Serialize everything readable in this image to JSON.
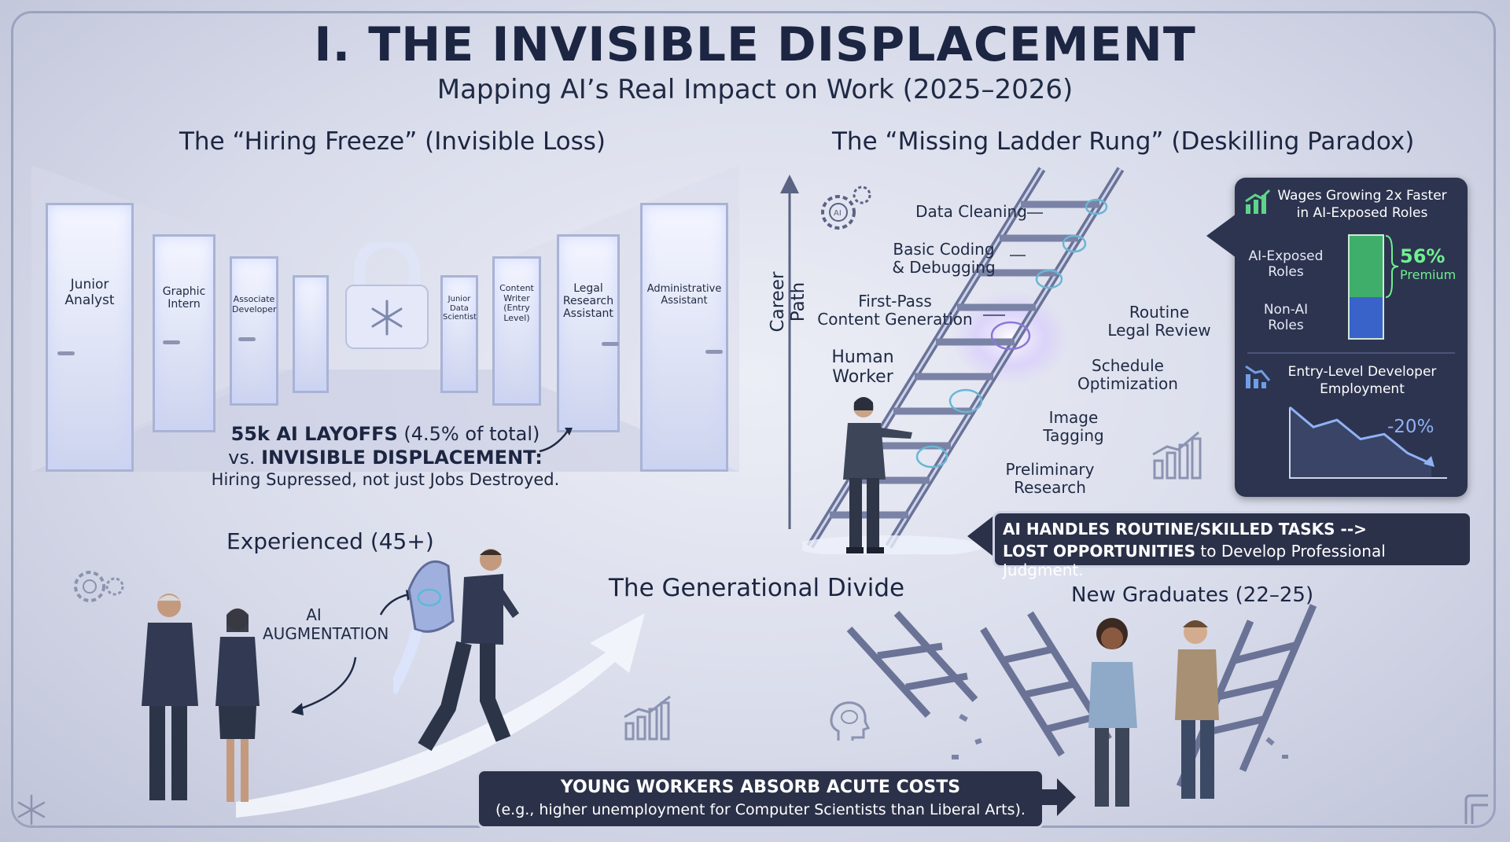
{
  "title": "I. THE INVISIBLE DISPLACEMENT",
  "subtitle": "Mapping AI’s Real Impact on Work (2025–2026)",
  "hiring_freeze": {
    "heading": "The “Hiring Freeze” (Invisible Loss)",
    "doors": {
      "junior_analyst": "Junior\nAnalyst",
      "graphic_intern": "Graphic\nIntern",
      "associate_developer": "Associate\nDeveloper",
      "junior_data_scientist": "Junior\nData\nScientist",
      "content_writer": "Content\nWriter\n(Entry\nLevel)",
      "legal_research": "Legal\nResearch\nAssistant",
      "administrative": "Administrative\nAssistant"
    },
    "note_line1_bold_a": "55k AI LAYOFFS",
    "note_line1_rest": " (4.5% of total)",
    "note_line2_prefix": "vs. ",
    "note_line2_bold": "INVISIBLE DISPLACEMENT:",
    "note_line3": "Hiring Supressed, not just Jobs Destroyed."
  },
  "ladder": {
    "heading": "The “Missing Ladder Rung” (Deskilling Paradox)",
    "career_path": "Career Path",
    "human_worker": "Human\nWorker",
    "tasks_left": {
      "data_cleaning": "Data Cleaning",
      "basic_coding": "Basic Coding\n& Debugging",
      "first_pass": "First-Pass\nContent Generation"
    },
    "tasks_right": {
      "legal_review": "Routine\nLegal Review",
      "schedule": "Schedule\nOptimization",
      "image_tagging": "Image\nTagging",
      "preliminary": "Preliminary\nResearch"
    },
    "banner_bold_1": "AI HANDLES ROUTINE/SKILLED TASKS -->",
    "banner_bold_2": "LOST OPPORTUNITIES",
    "banner_rest_2": " to Develop Professional Judgment."
  },
  "wages_panel": {
    "title": "Wages Growing 2x Faster\nin AI-Exposed Roles",
    "label_exposed": "AI-Exposed\nRoles",
    "label_nonai": "Non-AI\nRoles",
    "premium_value": "56%",
    "premium_label": "Premium",
    "colors": {
      "exposed": "#3fae6a",
      "nonai": "#3a63c9",
      "accent": "#6ff08f"
    }
  },
  "entry_panel": {
    "title": "Entry-Level Developer\nEmployment",
    "change": "-20%",
    "trend": [
      1.0,
      0.72,
      0.82,
      0.55,
      0.62,
      0.35,
      0.2
    ]
  },
  "divide": {
    "heading": "The Generational Divide",
    "experienced": "Experienced (45+)",
    "ai_augmentation": "AI\nAUGMENTATION",
    "new_graduates": "New Graduates (22–25)",
    "banner_bold": "YOUNG WORKERS ABSORB ACUTE COSTS",
    "banner_rest": "(e.g., higher unemployment for Computer Scientists than Liberal Arts)."
  }
}
